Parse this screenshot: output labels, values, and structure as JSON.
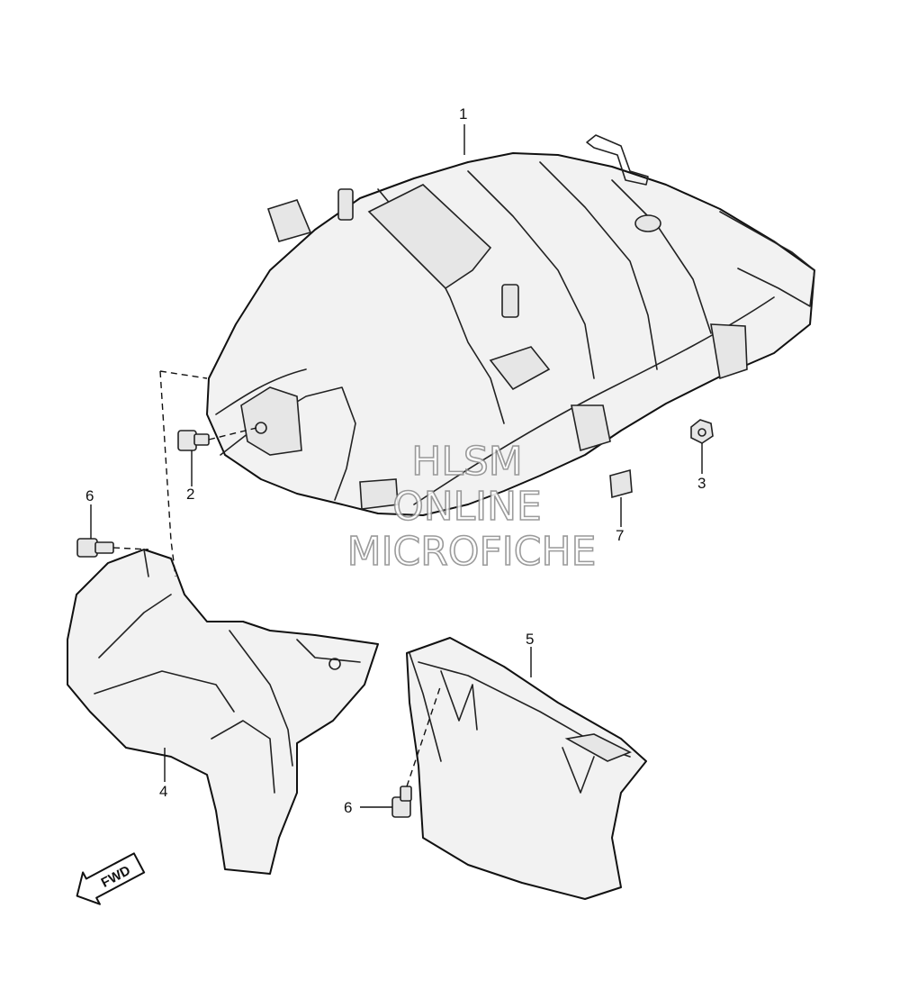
{
  "callouts": {
    "c1": "1",
    "c2": "2",
    "c3": "3",
    "c4": "4",
    "c5": "5",
    "c6a": "6",
    "c6b": "6",
    "c7": "7"
  },
  "watermark": {
    "line1": "HLSM",
    "line2": "ONLINE",
    "line3": "MICROFICHE"
  },
  "fwd_label": "FWD",
  "colors": {
    "line": "#111111",
    "fill": "#f2f2f2",
    "watermark": "#8a8a8a"
  }
}
